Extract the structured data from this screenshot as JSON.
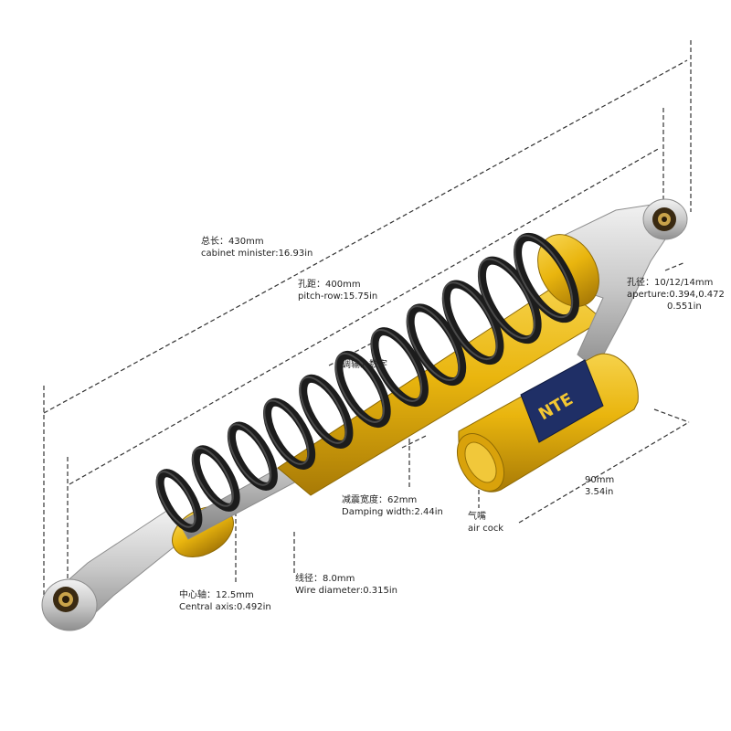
{
  "brand": {
    "logo_text": "NTE"
  },
  "annotations": {
    "overall_length": {
      "cn": "总长：430mm",
      "en": "cabinet minister:16.93in"
    },
    "pitch_row": {
      "cn": "孔距：400mm",
      "en": "pitch-row:15.75in"
    },
    "aperture": {
      "cn": "孔径：10/12/14mm",
      "en": "aperture:0.394,0.472",
      "en2": "0.551in"
    },
    "adjust": {
      "cn": "调输入数字"
    },
    "damping_width": {
      "cn": "减震宽度：62mm",
      "en": "Damping width:2.44in"
    },
    "reservoir": {
      "mm": "90mm",
      "inch": "3.54in"
    },
    "air_cock": {
      "cn": "气嘴",
      "en": "air cock"
    },
    "wire_diameter": {
      "cn": "线径：8.0mm",
      "en": "Wire diameter:0.315in"
    },
    "central_axis": {
      "cn": "中心轴：12.5mm",
      "en": "Central axis:0.492in"
    }
  },
  "colors": {
    "gold": "#e9b50e",
    "gold_dark": "#b98a08",
    "spring": "#1c1c1c",
    "silver": "#c9c9c9",
    "navy": "#233a78",
    "dim_line": "#333333"
  }
}
